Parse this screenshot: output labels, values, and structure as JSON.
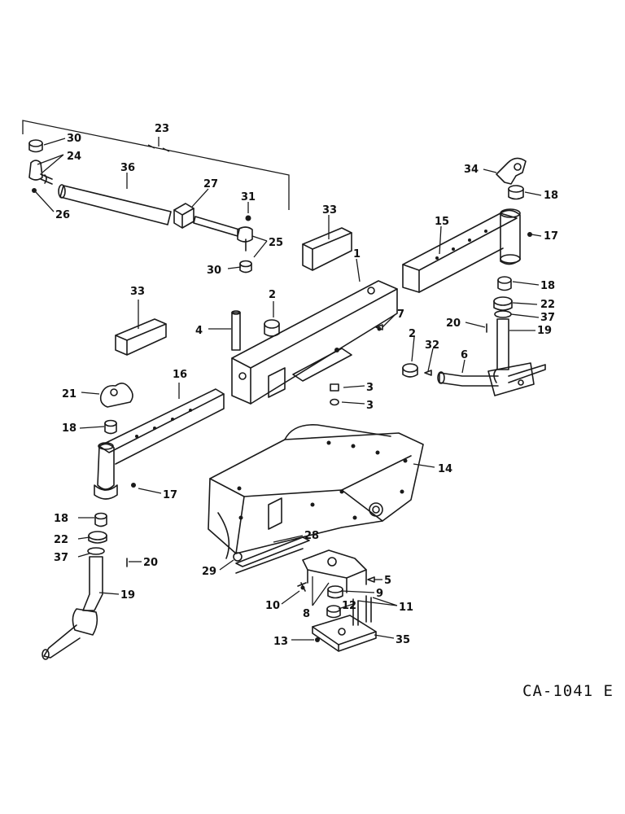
{
  "figure_code": "CA-1041 E",
  "callouts": [
    "1",
    "2",
    "2",
    "3",
    "3",
    "4",
    "5",
    "6",
    "7",
    "8",
    "9",
    "10",
    "11",
    "12",
    "13",
    "14",
    "15",
    "16",
    "17",
    "17",
    "18",
    "18",
    "18",
    "18",
    "19",
    "19",
    "20",
    "20",
    "21",
    "22",
    "22",
    "23",
    "24",
    "25",
    "26",
    "27",
    "28",
    "29",
    "30",
    "30",
    "31",
    "32",
    "33",
    "33",
    "34",
    "35",
    "36",
    "37",
    "37"
  ]
}
